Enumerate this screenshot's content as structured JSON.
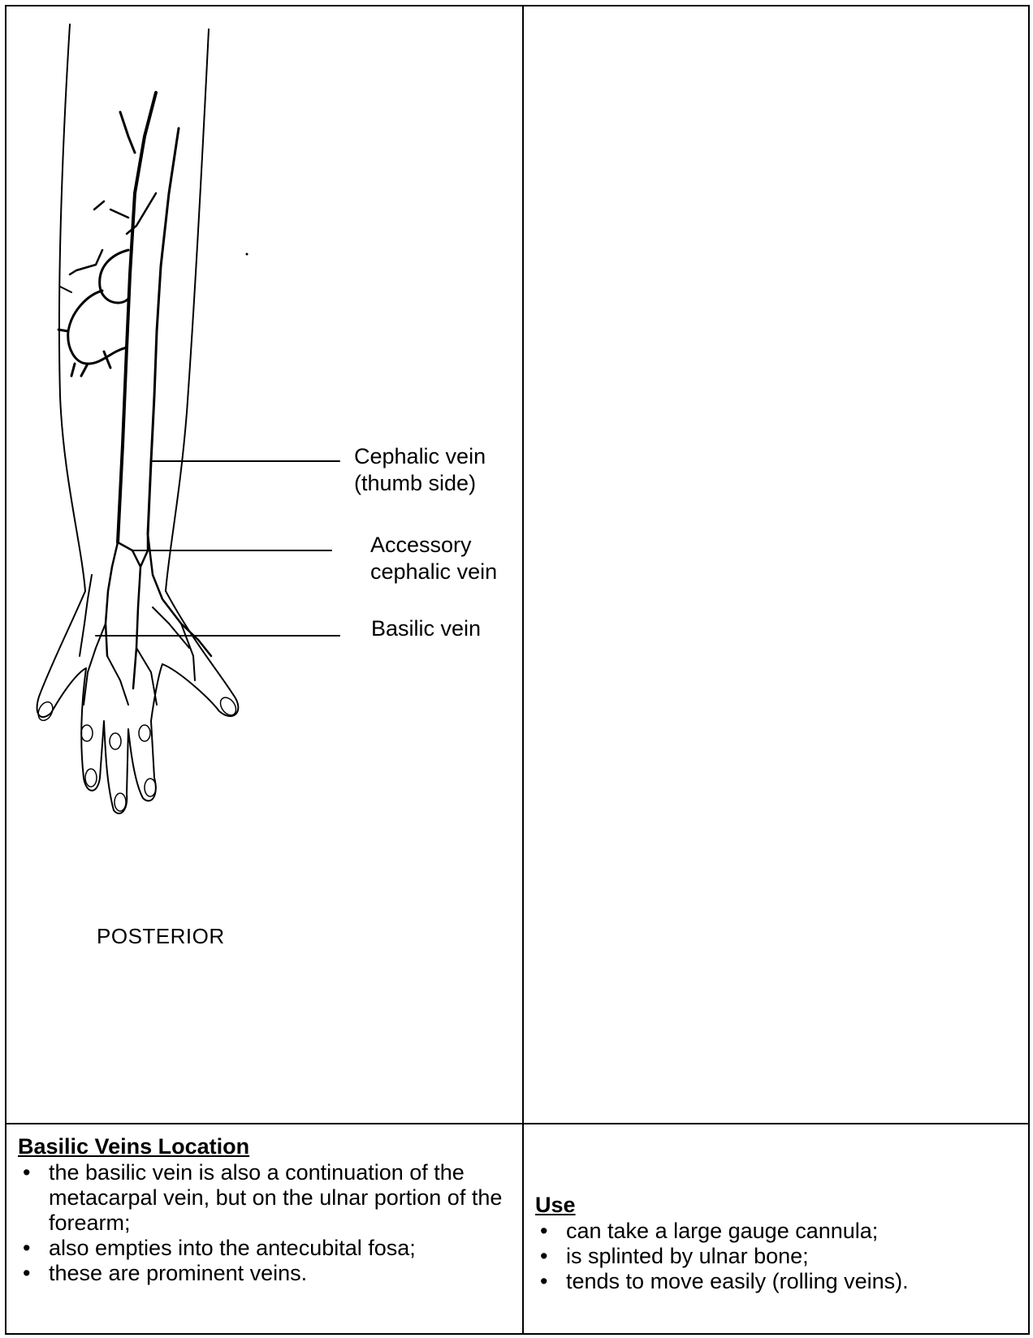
{
  "diagram": {
    "labels": {
      "cephalic_line1": "Cephalic vein",
      "cephalic_line2": "(thumb side)",
      "accessory_line1": "Accessory",
      "accessory_line2": "cephalic vein",
      "basilic": "Basilic vein"
    },
    "view_caption": "POSTERIOR"
  },
  "location_section": {
    "heading": "Basilic Veins Location",
    "items": [
      "the basilic vein is also a continuation of the metacarpal vein, but on the ulnar portion of the forearm;",
      "also empties into the antecubital fosa;",
      "these are prominent veins."
    ]
  },
  "use_section": {
    "heading": "Use",
    "items": [
      "can take a large gauge cannula;",
      "is splinted by ulnar bone;",
      "tends to move easily (rolling veins)."
    ]
  },
  "bullet_glyph": "•"
}
